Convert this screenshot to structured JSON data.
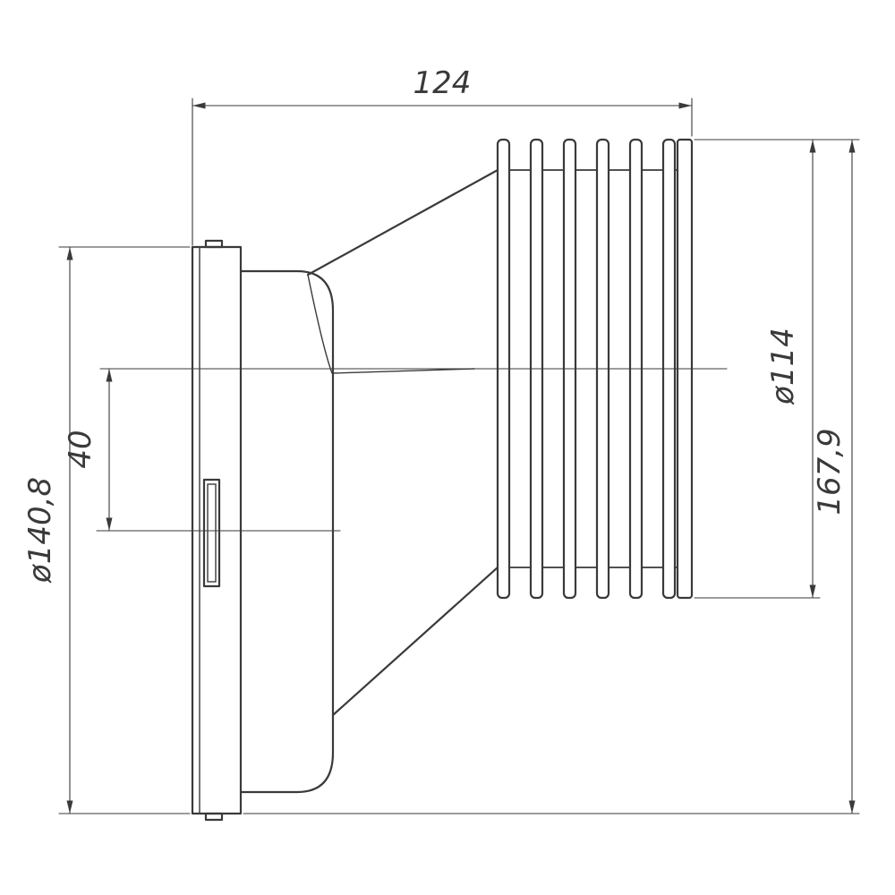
{
  "drawing": {
    "background": "#ffffff",
    "stroke_color": "#3a3a3a",
    "dims": {
      "overall_length": "124",
      "flange_diameter": "ø140,8",
      "axis_offset": "40",
      "pipe_diameter": "ø114",
      "overall_height": "167,9"
    }
  }
}
